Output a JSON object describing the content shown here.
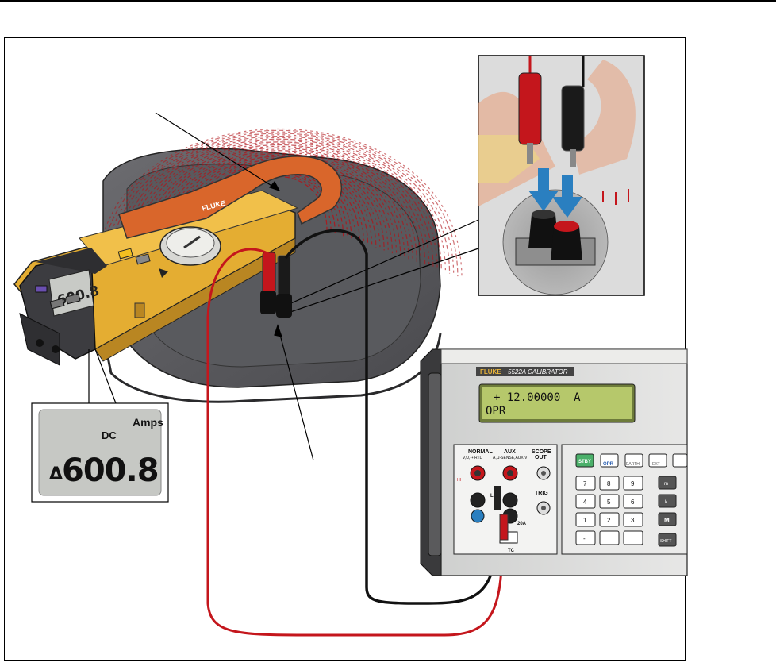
{
  "clamp_meter": {
    "brand": "FLUKE",
    "display": {
      "unit": "Amps",
      "mode": "DC",
      "reading": "600.8",
      "polarity_glyph": "Δ"
    },
    "mini_display": "600.8"
  },
  "calibrator": {
    "brand": "FLUKE",
    "model": "5522A CALIBRATOR",
    "display": {
      "line1": "+ 12.00000  A",
      "line2": "OPR"
    },
    "terminal_labels": {
      "normal": "NORMAL",
      "normal_sub": "V,Ω,⇢,RTD",
      "aux": "AUX",
      "aux_sub": "A,Ω-SENSE,AUX V",
      "scope": "SCOPE",
      "scope_out": "OUT",
      "trig": "TRIG",
      "tc": "TC",
      "twenty_a": "20A",
      "hi": "HI",
      "lo": "LO"
    },
    "keys": {
      "stby": "STBY",
      "opr": "OPR",
      "earth": "EARTH",
      "ext": "EXT",
      "shift": "SHIFT",
      "digits": [
        "7",
        "8",
        "9",
        "4",
        "5",
        "6",
        "1",
        "2",
        "3",
        "-"
      ],
      "side": [
        "m",
        "k",
        "M"
      ]
    }
  },
  "colors": {
    "meter_yellow": "#e9b53a",
    "meter_orange": "#d9662b",
    "meter_dark": "#3b3b3e",
    "field_red": "#b0151b",
    "lead_red": "#c4161c",
    "lead_black": "#111111",
    "arrow_blue": "#2a7fc0",
    "lcd_green": "#b6c86b",
    "lcd_gray": "#c6c8c4"
  }
}
